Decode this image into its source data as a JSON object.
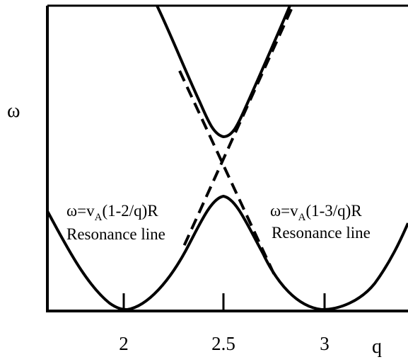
{
  "figure": {
    "y_axis_label": "ω",
    "x_axis_label": "q",
    "x_ticks": [
      {
        "value": 2,
        "label": "2"
      },
      {
        "value": 2.5,
        "label": "2.5"
      },
      {
        "value": 3,
        "label": "3"
      }
    ],
    "left_annotation": {
      "formula_prefix": "ω=v",
      "formula_subscript": "A",
      "formula_suffix": "(1-2/q)R",
      "caption": "Resonance line"
    },
    "right_annotation": {
      "formula_prefix": "ω=v",
      "formula_subscript": "A",
      "formula_suffix": "(1-3/q)R",
      "caption": "Resonance line"
    },
    "curves": [
      "upper-gap-branch",
      "lower-gap-branch",
      "resonance-line-q2-dashed",
      "resonance-line-q3-dashed"
    ],
    "colors": {
      "ink": "#000000",
      "background": "#ffffff"
    }
  }
}
